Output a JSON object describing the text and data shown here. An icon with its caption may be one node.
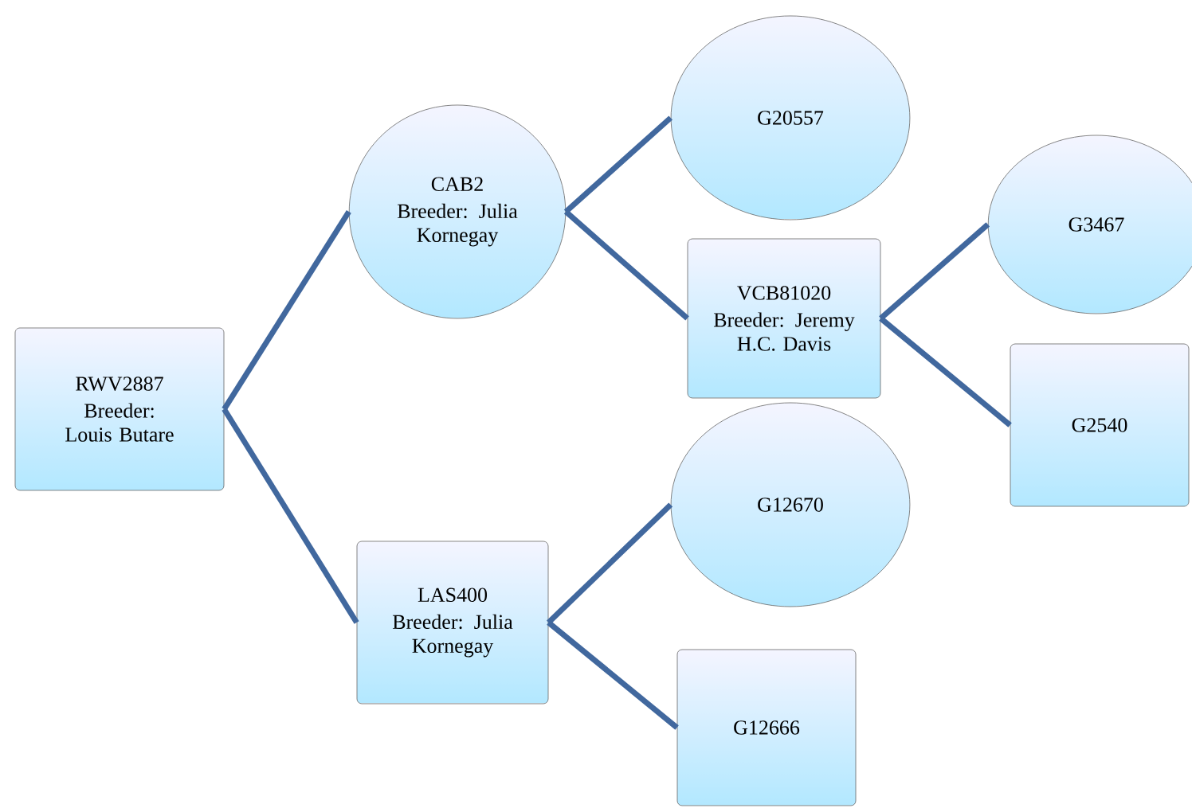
{
  "diagram": {
    "nodes": [
      {
        "text": [
          "RWV2887",
          "Breeder: Louis Butare"
        ]
      },
      {
        "text": [
          "CAB2",
          "Breeder: Julia Kornegay"
        ]
      },
      {
        "text": [
          "LAS400",
          "Breeder: Julia Kornegay"
        ]
      },
      {
        "text": [
          "G20557"
        ]
      },
      {
        "text": [
          "VCB81020",
          "Breeder: Jeremy H.C. Davis"
        ]
      },
      {
        "text": [
          "G3467"
        ]
      },
      {
        "text": [
          "G2540"
        ]
      },
      {
        "text": [
          "G12670"
        ]
      },
      {
        "text": [
          "G12666"
        ]
      }
    ],
    "edges": [
      {
        "from": 0,
        "to": 1,
        "arrow": "none"
      },
      {
        "from": 0,
        "to": 2,
        "arrow": "none"
      },
      {
        "from": 1,
        "to": 3,
        "arrow": "none"
      },
      {
        "from": 1,
        "to": 4,
        "arrow": "none"
      },
      {
        "from": 4,
        "to": 5,
        "arrow": "none"
      },
      {
        "from": 4,
        "to": 6,
        "arrow": "none"
      },
      {
        "from": 2,
        "to": 7,
        "arrow": "none"
      },
      {
        "from": 2,
        "to": 8,
        "arrow": "none"
      }
    ]
  }
}
